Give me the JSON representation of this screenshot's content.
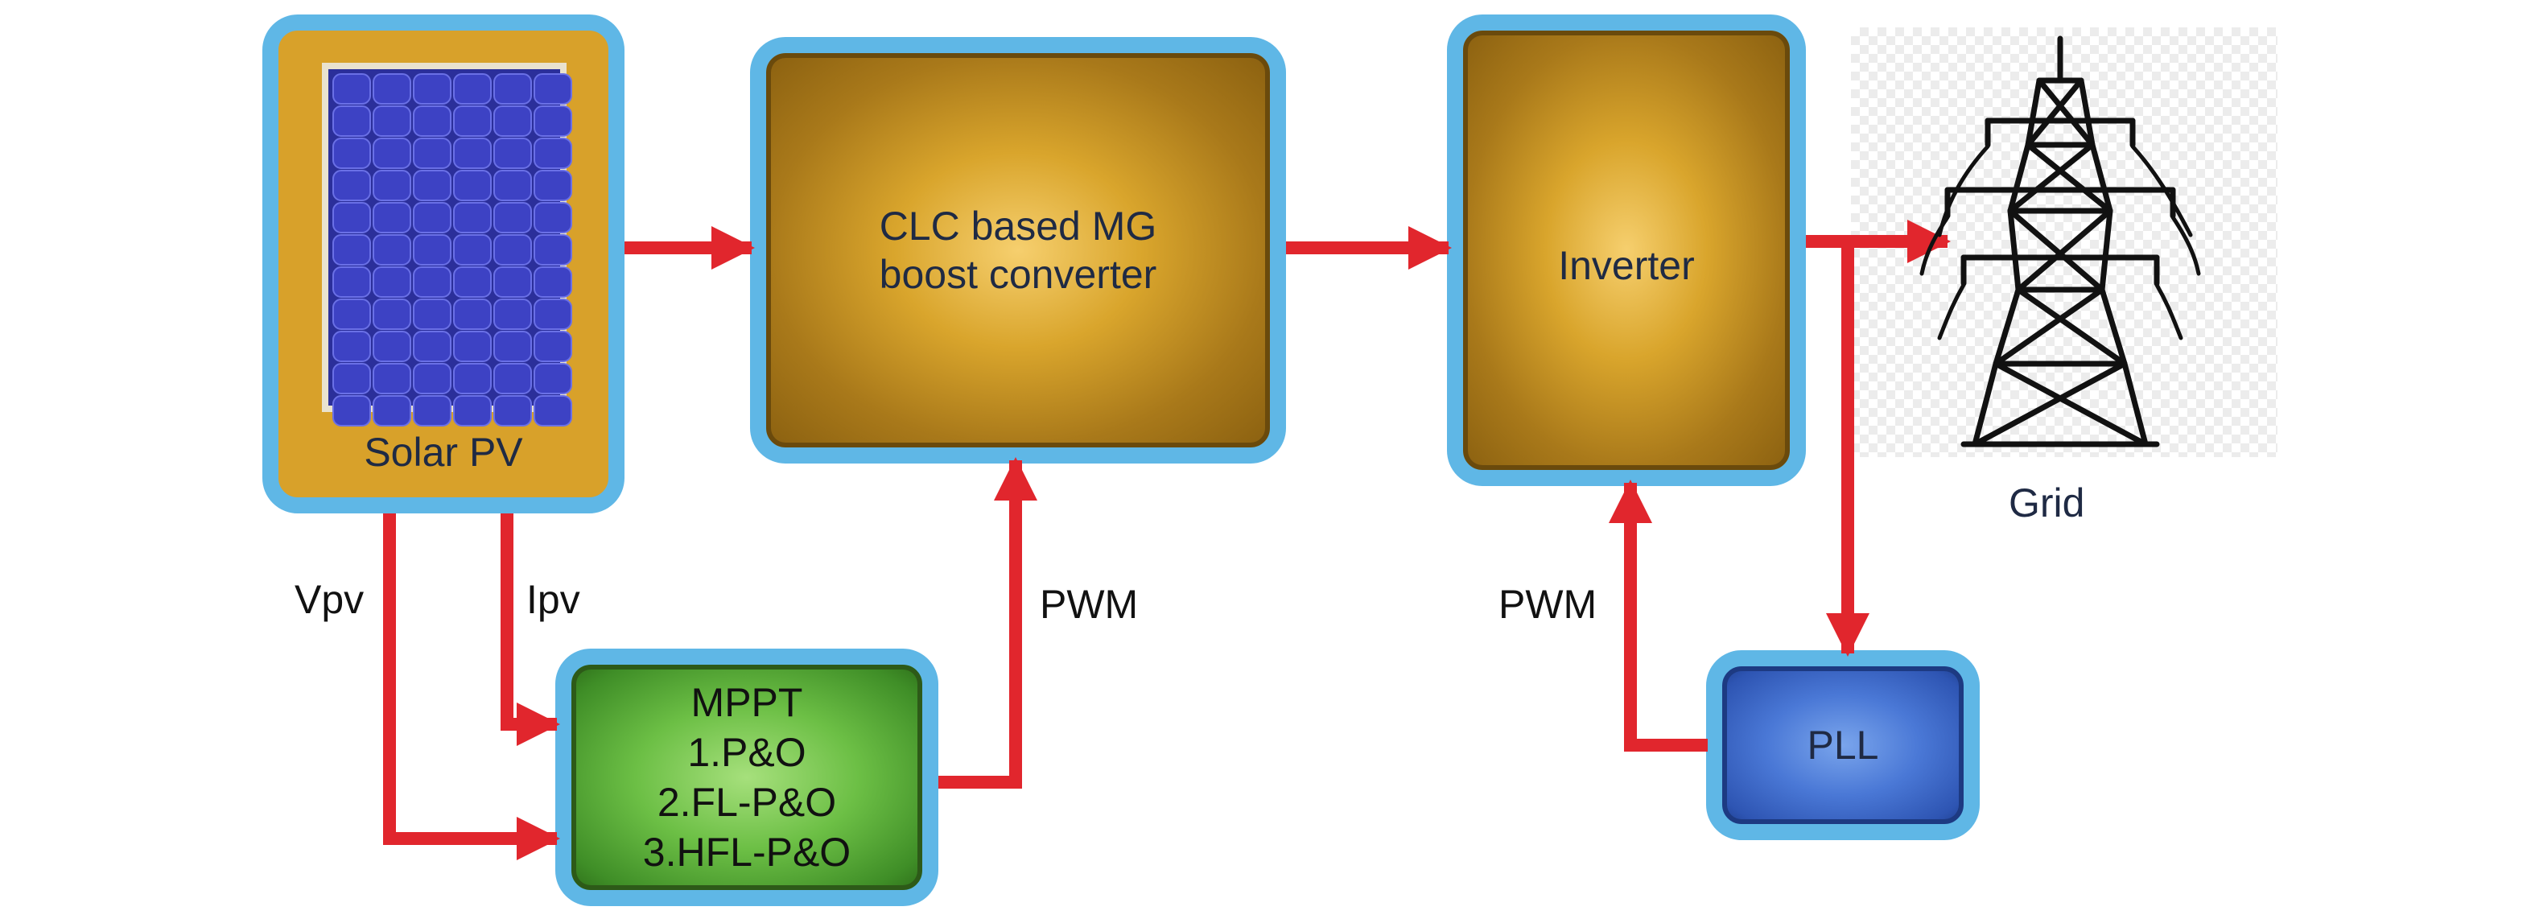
{
  "blocks": {
    "solar_pv": "Solar PV",
    "converter_line1": "CLC based MG",
    "converter_line2": "boost converter",
    "inverter": "Inverter",
    "mppt_title": "MPPT",
    "mppt_item1": "1.P&O",
    "mppt_item2": "2.FL-P&O",
    "mppt_item3": "3.HFL-P&O",
    "pll": "PLL",
    "grid": "Grid"
  },
  "signals": {
    "vpv": "Vpv",
    "ipv": "Ipv",
    "pwm_converter": "PWM",
    "pwm_inverter": "PWM"
  },
  "colors": {
    "arrow": "#e1262d",
    "block_border": "#5fb7e6",
    "gold_block": "#d9a52c",
    "mppt_block": "#6cbf45",
    "pll_block": "#4a78d6",
    "label_text": "#1f2a44"
  }
}
